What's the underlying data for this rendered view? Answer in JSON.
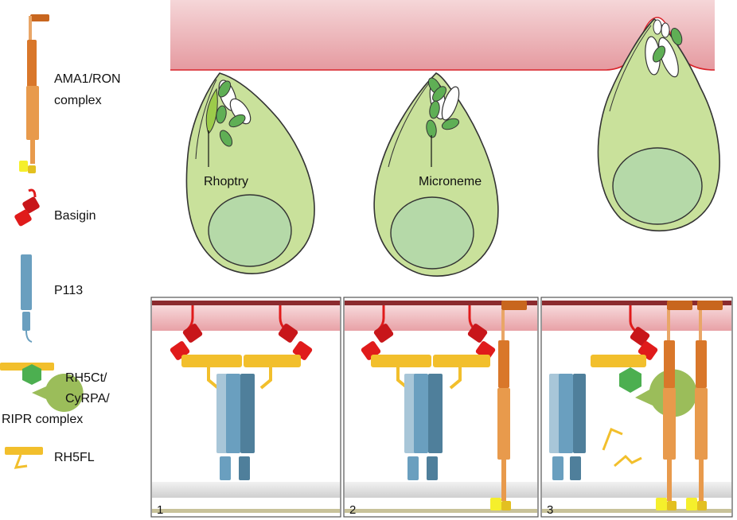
{
  "legend": {
    "ama1": [
      "AMA1/RON",
      "complex"
    ],
    "basigin": "Basigin",
    "p113": "P113",
    "rh5complex": [
      "RH5Ct/",
      "CyRPA/",
      "RIPR complex"
    ],
    "rh5fl": "RH5FL"
  },
  "labels": {
    "rhoptry": "Rhoptry",
    "microneme": "Microneme"
  },
  "panels": [
    "1",
    "2",
    "3"
  ],
  "colors": {
    "membrane": "#e8a3a8",
    "parasite": "#c9e19b",
    "nucleus": "#b5d9a8",
    "organelle": "#5faf55",
    "basigin": "#e01b1b",
    "p113": "#6a9fbf",
    "ama1": "#e89a4c",
    "rh5": "#f2bf2c",
    "cyrpa": "#9bbd5a",
    "ripr": "#4caf50"
  }
}
